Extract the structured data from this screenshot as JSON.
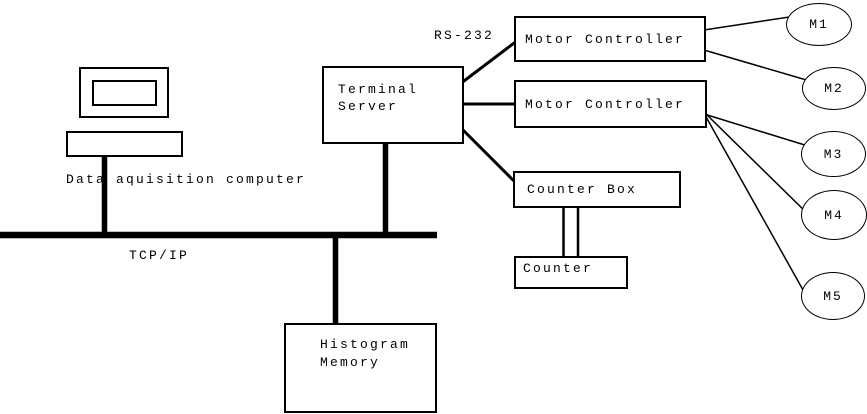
{
  "colors": {
    "background": "#ffffff",
    "line": "#000000",
    "text": "#000000"
  },
  "labels": {
    "rs232": "RS-232",
    "tcpip": "TCP/IP",
    "data_acquisition": "Data aquisition computer"
  },
  "nodes": {
    "terminal_server": {
      "line1": "Terminal",
      "line2": "Server"
    },
    "motor_controller_top": {
      "label": "Motor Controller"
    },
    "motor_controller_bottom": {
      "label": "Motor Controller"
    },
    "counter_box": {
      "label": "Counter Box"
    },
    "counter": {
      "label": "Counter"
    },
    "histogram_memory": {
      "line1": "Histogram",
      "line2": "Memory"
    }
  },
  "motors": [
    "M1",
    "M2",
    "M3",
    "M4",
    "M5"
  ]
}
